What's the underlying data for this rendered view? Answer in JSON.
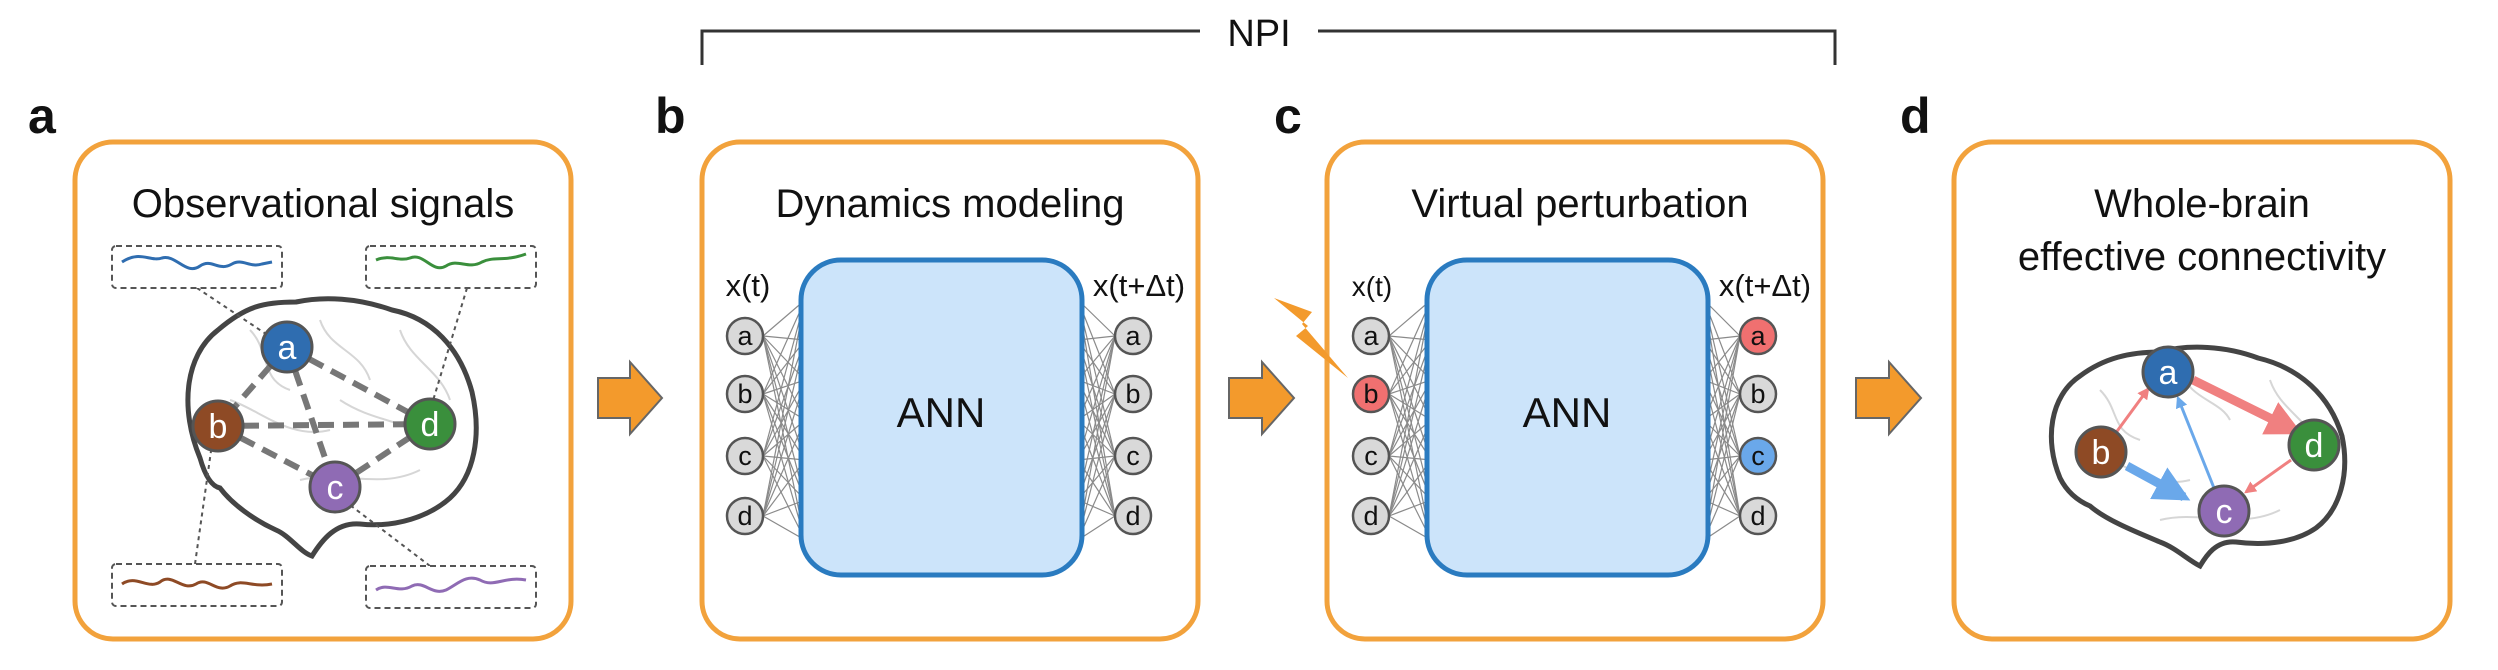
{
  "top_label": "NPI",
  "arrow_color": "#f39a2c",
  "panel_border_color": "#f2a23c",
  "panels": [
    {
      "letter": "a",
      "title": "Observational signals"
    },
    {
      "letter": "b",
      "title": "Dynamics modeling",
      "input_label": "x(t)",
      "output_label": "x(t+Δt)",
      "model_label": "ANN"
    },
    {
      "letter": "c",
      "title": "Virtual perturbation",
      "input_label": "x(t)",
      "output_label": "x(t+Δt)",
      "model_label": "ANN"
    },
    {
      "letter": "d",
      "title_line1": "Whole-brain",
      "title_line2": "effective connectivity"
    }
  ],
  "nodes": [
    "a",
    "b",
    "c",
    "d"
  ],
  "region_colors": {
    "a": "#2f6db0",
    "b": "#8e4a25",
    "c": "#8f6bb4",
    "d": "#3a8f3c"
  },
  "perturbed_color": "#f07070",
  "negative_color": "#6aa8ea",
  "neutral_node_color": "#d9d9d9",
  "ann_fill": "#cce4fa",
  "ann_stroke": "#2a7bc0"
}
